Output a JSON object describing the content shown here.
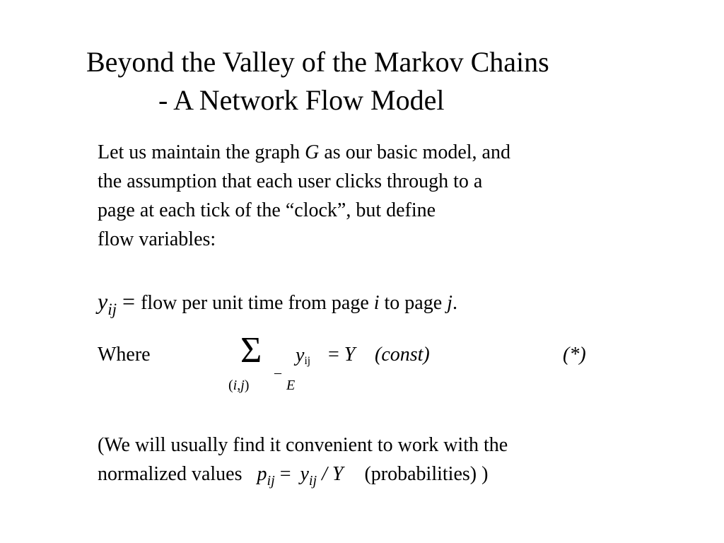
{
  "title": {
    "line1": "Beyond the Valley of the Markov Chains",
    "line2": "- A Network Flow Model"
  },
  "intro": {
    "part1": "Let us maintain the graph ",
    "graph_symbol": "G",
    "part2": " as our basic model, and",
    "line2": "the assumption that each user clicks through to a",
    "line3": "page at each tick of the “clock”, but define",
    "line4": "flow variables:"
  },
  "definition": {
    "var": "y",
    "var_sub": "ij",
    "eq": " = ",
    "text1": "flow per unit time from page ",
    "i": "i",
    "text2": " to page ",
    "j": "j",
    "period": "."
  },
  "where": {
    "label": "Where",
    "sigma": "Σ",
    "y": "y",
    "y_sub": "ij",
    "eq": "= ",
    "Y": "Y",
    "const": "(const)",
    "ref": "(*)",
    "index_open": "(",
    "index_i": "i",
    "index_comma": ",",
    "index_j": "j",
    "index_close": ")",
    "member": "–",
    "E": "E"
  },
  "note": {
    "line1": "(We will usually find it convenient to work with the",
    "line2_text": "normalized values ",
    "p": "p",
    "p_sub": "ij",
    "eq": " = ",
    "y": "y",
    "y_sub": "ij",
    "div": " / ",
    "Y": "Y",
    "tail": "(probabilities) )"
  }
}
